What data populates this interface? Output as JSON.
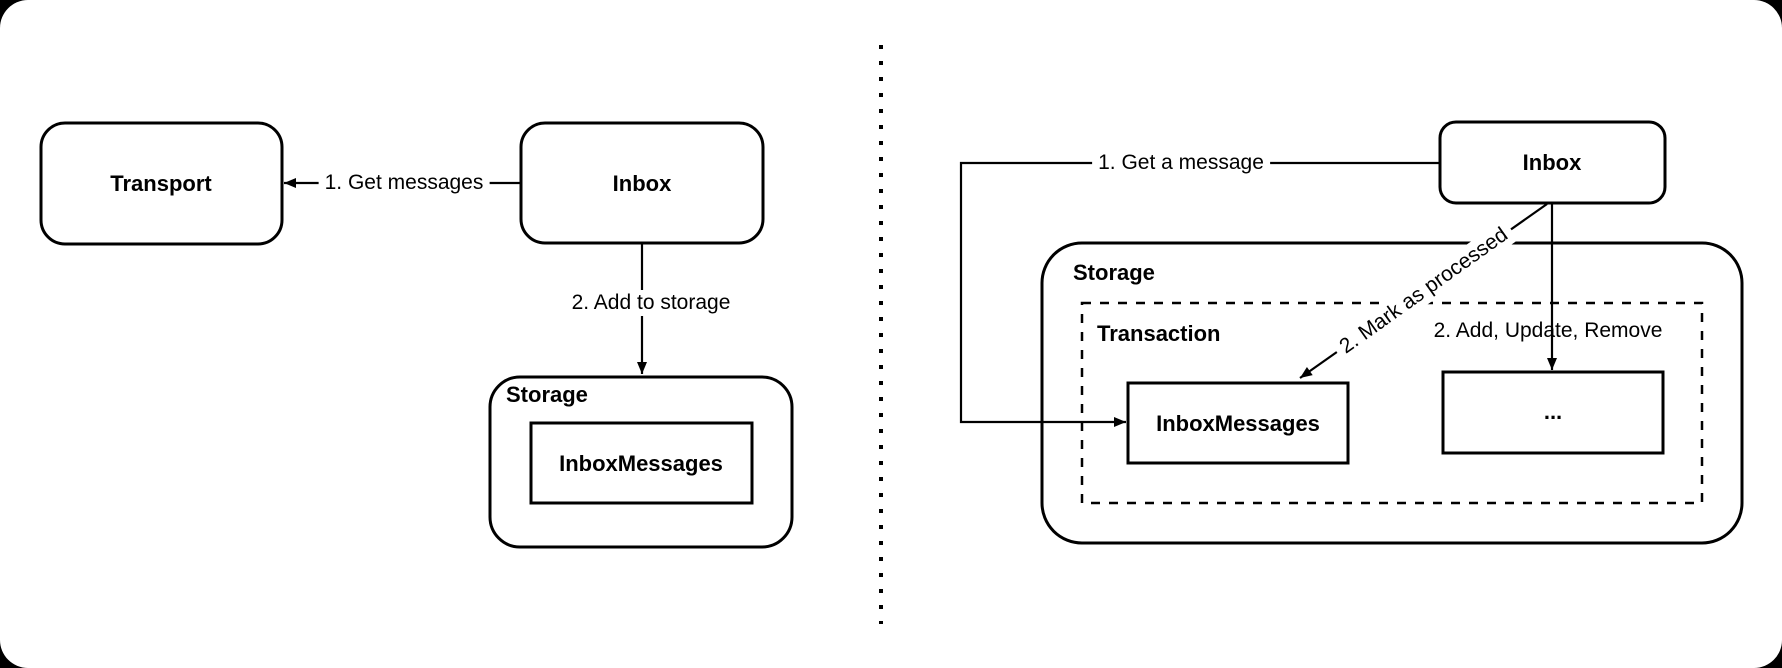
{
  "diagram_title": "inbox pattern storage diagram",
  "colors": {
    "ink": "#000000",
    "paper": "#ffffff",
    "frame": "#000000"
  },
  "left": {
    "transport": "Transport",
    "inbox": "Inbox",
    "storage": "Storage",
    "inbox_messages": "InboxMessages",
    "edge_get_messages": "1. Get messages",
    "edge_add_to_storage": "2. Add to storage"
  },
  "right": {
    "inbox": "Inbox",
    "storage": "Storage",
    "transaction": "Transaction",
    "inbox_messages": "InboxMessages",
    "ellipsis": "...",
    "edge_get_a_message": "1. Get a message",
    "edge_mark_processed": "2. Mark as processed",
    "edge_add_update_remove": "2. Add, Update, Remove"
  }
}
